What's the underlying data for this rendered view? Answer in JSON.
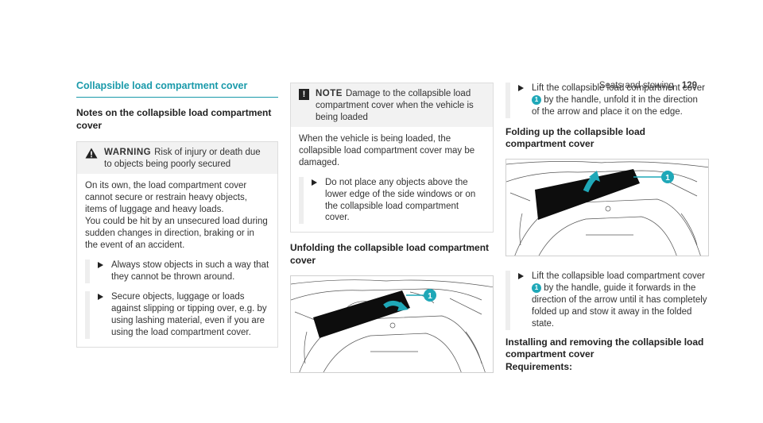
{
  "header": {
    "section": "Seats and stowing",
    "page_number": "129"
  },
  "col1": {
    "section_title": "Collapsible load compartment cover",
    "subhead": "Notes on the collapsible load compartment cover",
    "warning": {
      "label": "WARNING",
      "title": "Risk of injury or death due to objects being poorly secured",
      "body1": "On its own, the load compartment cover cannot secure or restrain heavy objects, items of luggage and heavy loads.",
      "body2": "You could be hit by an unsecured load during sudden changes in direction, braking or in the event of an accident.",
      "step1": "Always stow objects in such a way that they cannot be thrown around.",
      "step2": "Secure objects, luggage or loads against slipping or tipping over, e.g. by using lashing material, even if you are using the load compartment cover."
    }
  },
  "col2": {
    "note": {
      "label": "NOTE",
      "title": "Damage to the collapsible load compartment cover when the vehicle is being loaded",
      "body": "When the vehicle is being loaded, the collapsible load compartment cover may be damaged.",
      "step1": "Do not place any objects above the lower edge of the side windows or on the collapsible load compartment cover."
    },
    "subhead": "Unfolding the collapsible load compartment cover",
    "callout": "1"
  },
  "col3": {
    "step1_a": "Lift the collapsible load compartment cover",
    "step1_b": "by the handle, unfold it in the direction of the arrow and place it on the edge.",
    "subhead1": "Folding up the collapsible load compartment cover",
    "callout": "1",
    "step2_a": "Lift the collapsible load compartment cover",
    "step2_b": "by the handle, guide it forwards in the direction of the arrow until it has completely folded up and stow it away in the folded state.",
    "subhead2": "Installing and removing the collapsible load compartment cover",
    "requirements": "Requirements:"
  },
  "colors": {
    "accent": "#1a9aaa",
    "callout": "#1fa8b8"
  }
}
